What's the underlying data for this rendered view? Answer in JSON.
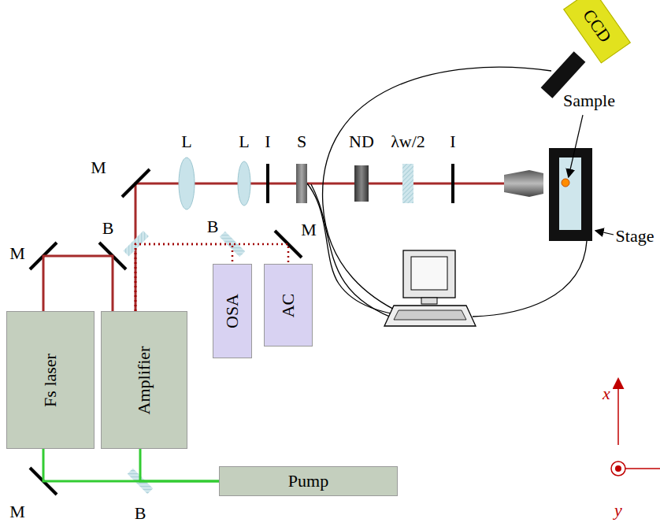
{
  "diagram": {
    "nodes": [
      {
        "text": [
          "Fs laser"
        ]
      },
      {
        "text": [
          "Amplifier"
        ]
      },
      {
        "text": [
          "Pump"
        ]
      },
      {
        "text": [
          "OSA"
        ]
      },
      {
        "text": [
          "AC"
        ]
      },
      {
        "text": [
          "CCD"
        ]
      }
    ],
    "edges": [
      {
        "from": 0,
        "to": 1,
        "arrow": "none"
      },
      {
        "from": 2,
        "to": 1,
        "arrow": "none"
      },
      {
        "from": 2,
        "to": 0,
        "arrow": "none"
      },
      {
        "from": 1,
        "to": 3,
        "arrow": "none"
      },
      {
        "from": 1,
        "to": 4,
        "arrow": "none"
      }
    ],
    "labels": [
      "M",
      "L",
      "L",
      "I",
      "S",
      "ND",
      "λw/2",
      "I",
      "B",
      "B",
      "M",
      "M",
      "Sample",
      "Stage",
      "M",
      "B",
      "x",
      "y"
    ]
  }
}
